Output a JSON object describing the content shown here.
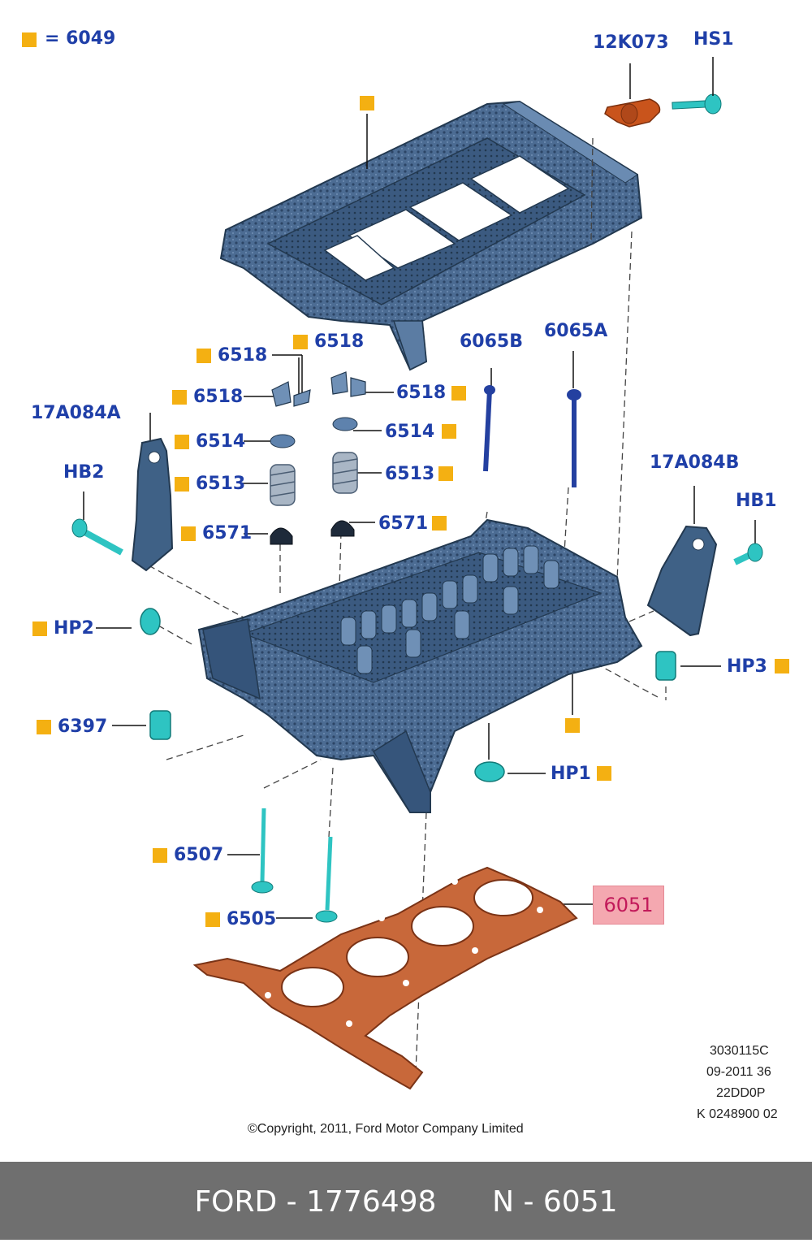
{
  "legend": {
    "symbol_note": "= 6049"
  },
  "colors": {
    "label": "#1f3fa8",
    "marker": "#f4b012",
    "highlight_bg": "#f4a8b0",
    "highlight_text": "#c21a5a",
    "part_blue": "#3f6186",
    "part_cyan": "#2ec4c2",
    "gasket": "#c8683a",
    "sensor": "#c9541c",
    "footer_bg": "#6f6f6f"
  },
  "labels": {
    "p12k073": "12K073",
    "hs1": "HS1",
    "p6518_a": "6518",
    "p6518_b": "6518",
    "p6518_c": "6518",
    "p6518_d": "6518",
    "p6065b": "6065B",
    "p6065a": "6065A",
    "p17a084a": "17A084A",
    "p6514_l": "6514",
    "p6514_r": "6514",
    "p6513_l": "6513",
    "p6513_r": "6513",
    "hb2": "HB2",
    "p6571_l": "6571",
    "p6571_r": "6571",
    "p17a084b": "17A084B",
    "hb1": "HB1",
    "hp2": "HP2",
    "hp3": "HP3",
    "p6397": "6397",
    "hp1": "HP1",
    "p6507": "6507",
    "p6505": "6505",
    "p6051": "6051"
  },
  "meta": {
    "line1": "3030115C",
    "line2": "09-2011 36",
    "line3": "22DD0P",
    "line4": "K 0248900 02"
  },
  "copyright": "©Copyright, 2011, Ford Motor Company Limited",
  "footer": {
    "text": "FORD - 1776498      N - 6051"
  }
}
